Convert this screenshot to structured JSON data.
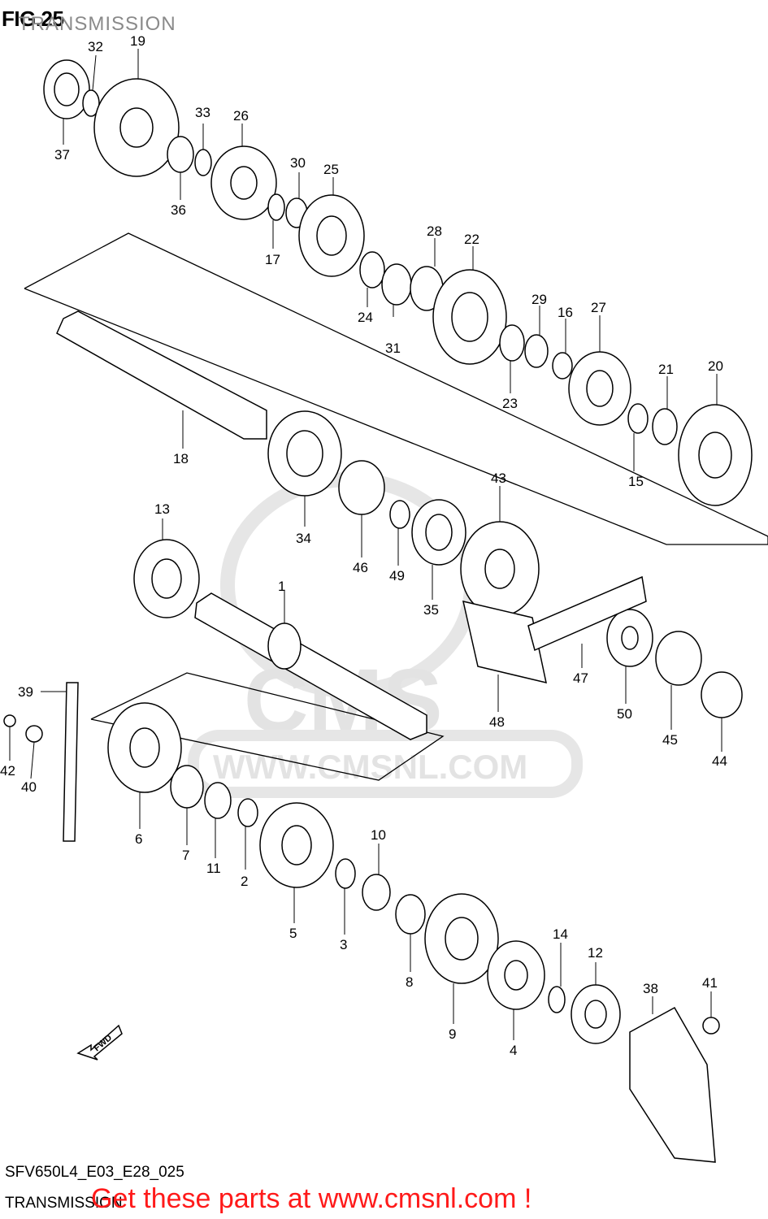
{
  "header": {
    "fig": "FIG.25",
    "title": "TRANSMISSION"
  },
  "footer": {
    "model_code": "SFV650L4_E03_E28_025",
    "section": "TRANSMISSION",
    "call_to_action": "Get these parts at www.cmsnl.com !"
  },
  "watermark": {
    "brand": "CMS",
    "url": "WWW.CMSNL.COM"
  },
  "direction_badge": "FWD",
  "callouts": [
    "1",
    "2",
    "3",
    "4",
    "5",
    "6",
    "7",
    "8",
    "9",
    "10",
    "11",
    "12",
    "13",
    "14",
    "15",
    "16",
    "17",
    "18",
    "19",
    "20",
    "21",
    "22",
    "23",
    "24",
    "25",
    "26",
    "27",
    "28",
    "29",
    "30",
    "31",
    "32",
    "33",
    "34",
    "35",
    "36",
    "37",
    "38",
    "39",
    "40",
    "41",
    "42",
    "43",
    "44",
    "45",
    "46",
    "47",
    "48",
    "49",
    "50"
  ]
}
